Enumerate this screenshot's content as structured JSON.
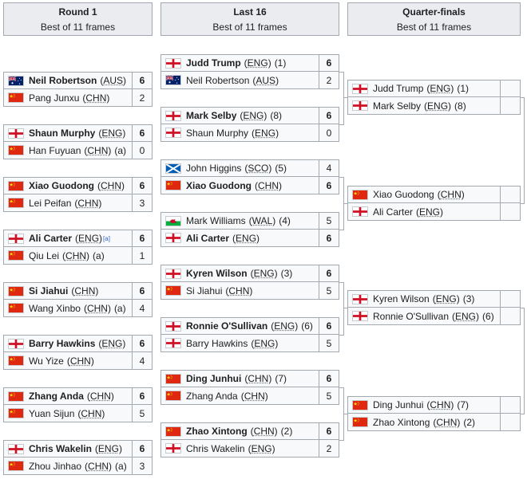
{
  "headers": [
    {
      "title": "Round 1",
      "subtitle": "Best of 11 frames"
    },
    {
      "title": "Last 16",
      "subtitle": "Best of 11 frames"
    },
    {
      "title": "Quarter-finals",
      "subtitle": "Best of 11 frames"
    }
  ],
  "rounds": [
    [
      {
        "p": [
          {
            "name": "Neil Robertson",
            "code": "AUS",
            "flag": "australia-flag",
            "score": "6",
            "win": true
          },
          {
            "name": "Pang Junxu",
            "code": "CHN",
            "flag": "china-flag",
            "score": "2",
            "win": false
          }
        ]
      },
      {
        "p": [
          {
            "name": "Shaun Murphy",
            "code": "ENG",
            "flag": "england-flag",
            "score": "6",
            "win": true
          },
          {
            "name": "Han Fuyuan",
            "code": "CHN",
            "flag": "china-flag",
            "am": "(a)",
            "score": "0",
            "win": false
          }
        ]
      },
      {
        "p": [
          {
            "name": "Xiao Guodong",
            "code": "CHN",
            "flag": "china-flag",
            "score": "6",
            "win": true
          },
          {
            "name": "Lei Peifan",
            "code": "CHN",
            "flag": "china-flag",
            "score": "3",
            "win": false
          }
        ]
      },
      {
        "p": [
          {
            "name": "Ali Carter",
            "code": "ENG",
            "flag": "england-flag",
            "note": "[a]",
            "score": "6",
            "win": true
          },
          {
            "name": "Qiu Lei",
            "code": "CHN",
            "flag": "china-flag",
            "am": "(a)",
            "score": "1",
            "win": false
          }
        ]
      },
      {
        "p": [
          {
            "name": "Si Jiahui",
            "code": "CHN",
            "flag": "china-flag",
            "score": "6",
            "win": true
          },
          {
            "name": "Wang Xinbo",
            "code": "CHN",
            "flag": "china-flag",
            "am": "(a)",
            "score": "4",
            "win": false
          }
        ]
      },
      {
        "p": [
          {
            "name": "Barry Hawkins",
            "code": "ENG",
            "flag": "england-flag",
            "score": "6",
            "win": true
          },
          {
            "name": "Wu Yize",
            "code": "CHN",
            "flag": "china-flag",
            "score": "4",
            "win": false
          }
        ]
      },
      {
        "p": [
          {
            "name": "Zhang Anda",
            "code": "CHN",
            "flag": "china-flag",
            "score": "6",
            "win": true
          },
          {
            "name": "Yuan Sijun",
            "code": "CHN",
            "flag": "china-flag",
            "score": "5",
            "win": false
          }
        ]
      },
      {
        "p": [
          {
            "name": "Chris Wakelin",
            "code": "ENG",
            "flag": "england-flag",
            "score": "6",
            "win": true
          },
          {
            "name": "Zhou Jinhao",
            "code": "CHN",
            "flag": "china-flag",
            "am": "(a)",
            "score": "3",
            "win": false
          }
        ]
      }
    ],
    [
      {
        "p": [
          {
            "name": "Judd Trump",
            "code": "ENG",
            "flag": "england-flag",
            "seed": "(1)",
            "score": "6",
            "win": true
          },
          {
            "name": "Neil Robertson",
            "code": "AUS",
            "flag": "australia-flag",
            "score": "2",
            "win": false
          }
        ]
      },
      {
        "p": [
          {
            "name": "Mark Selby",
            "code": "ENG",
            "flag": "england-flag",
            "seed": "(8)",
            "score": "6",
            "win": true
          },
          {
            "name": "Shaun Murphy",
            "code": "ENG",
            "flag": "england-flag",
            "score": "0",
            "win": false
          }
        ]
      },
      {
        "p": [
          {
            "name": "John Higgins",
            "code": "SCO",
            "flag": "scotland-flag",
            "seed": "(5)",
            "score": "4",
            "win": false
          },
          {
            "name": "Xiao Guodong",
            "code": "CHN",
            "flag": "china-flag",
            "score": "6",
            "win": true
          }
        ]
      },
      {
        "p": [
          {
            "name": "Mark Williams",
            "code": "WAL",
            "flag": "wales-flag",
            "seed": "(4)",
            "score": "5",
            "win": false
          },
          {
            "name": "Ali Carter",
            "code": "ENG",
            "flag": "england-flag",
            "score": "6",
            "win": true
          }
        ]
      },
      {
        "p": [
          {
            "name": "Kyren Wilson",
            "code": "ENG",
            "flag": "england-flag",
            "seed": "(3)",
            "score": "6",
            "win": true
          },
          {
            "name": "Si Jiahui",
            "code": "CHN",
            "flag": "china-flag",
            "score": "5",
            "win": false
          }
        ]
      },
      {
        "p": [
          {
            "name": "Ronnie O'Sullivan",
            "code": "ENG",
            "flag": "england-flag",
            "seed": "(6)",
            "score": "6",
            "win": true
          },
          {
            "name": "Barry Hawkins",
            "code": "ENG",
            "flag": "england-flag",
            "score": "5",
            "win": false
          }
        ]
      },
      {
        "p": [
          {
            "name": "Ding Junhui",
            "code": "CHN",
            "flag": "china-flag",
            "seed": "(7)",
            "score": "6",
            "win": true
          },
          {
            "name": "Zhang Anda",
            "code": "CHN",
            "flag": "china-flag",
            "score": "5",
            "win": false
          }
        ]
      },
      {
        "p": [
          {
            "name": "Zhao Xintong",
            "code": "CHN",
            "flag": "china-flag",
            "seed": "(2)",
            "score": "6",
            "win": true
          },
          {
            "name": "Chris Wakelin",
            "code": "ENG",
            "flag": "england-flag",
            "score": "2",
            "win": false
          }
        ]
      }
    ],
    [
      {
        "p": [
          {
            "name": "Judd Trump",
            "code": "ENG",
            "flag": "england-flag",
            "seed": "(1)",
            "score": "",
            "win": false
          },
          {
            "name": "Mark Selby",
            "code": "ENG",
            "flag": "england-flag",
            "seed": "(8)",
            "score": "",
            "win": false
          }
        ]
      },
      {
        "p": [
          {
            "name": "Xiao Guodong",
            "code": "CHN",
            "flag": "china-flag",
            "score": "",
            "win": false
          },
          {
            "name": "Ali Carter",
            "code": "ENG",
            "flag": "england-flag",
            "score": "",
            "win": false
          }
        ]
      },
      {
        "p": [
          {
            "name": "Kyren Wilson",
            "code": "ENG",
            "flag": "england-flag",
            "seed": "(3)",
            "score": "",
            "win": false
          },
          {
            "name": "Ronnie O'Sullivan",
            "code": "ENG",
            "flag": "england-flag",
            "seed": "(6)",
            "score": "",
            "win": false
          }
        ]
      },
      {
        "p": [
          {
            "name": "Ding Junhui",
            "code": "CHN",
            "flag": "china-flag",
            "seed": "(7)",
            "score": "",
            "win": false
          },
          {
            "name": "Zhao Xintong",
            "code": "CHN",
            "flag": "china-flag",
            "seed": "(2)",
            "score": "",
            "win": false
          }
        ]
      }
    ]
  ]
}
